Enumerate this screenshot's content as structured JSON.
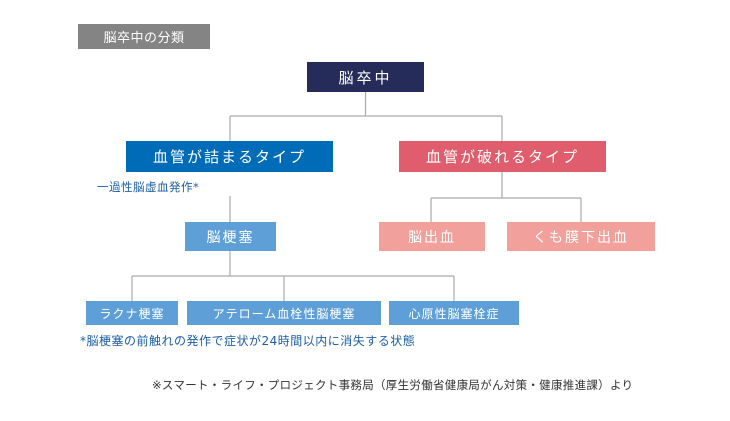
{
  "title": "脳卒中の分類",
  "nodes": {
    "root": "脳卒中",
    "ischemic": "血管が詰まるタイプ",
    "hemorrhagic": "血管が破れるタイプ",
    "infarction": "脳梗塞",
    "intracerebral_hemorrhage": "脳出血",
    "subarachnoid_hemorrhage": "くも膜下出血",
    "lacunar": "ラクナ梗塞",
    "atherothrombotic": "アテローム血栓性脳梗塞",
    "cardioembolic": "心原性脳塞栓症"
  },
  "notes": {
    "tia": "一過性脳虚血発作*",
    "tia_footnote": "*脳梗塞の前触れの発作で症状が24時間以内に消失する状態",
    "source": "※スマート・ライフ・プロジェクト事務局（厚生労働省健康局がん対策・健康推進課）より"
  },
  "colors": {
    "title_bg": "#848484",
    "root": "#262c5a",
    "ischemic": "#006cb8",
    "ischemic_light": "#5f9fd8",
    "hemorrhagic": "#e05d6e",
    "hemorrhagic_light": "#f2a09b",
    "note_text": "#1d5ea8",
    "connector": "#aaaaaa"
  }
}
